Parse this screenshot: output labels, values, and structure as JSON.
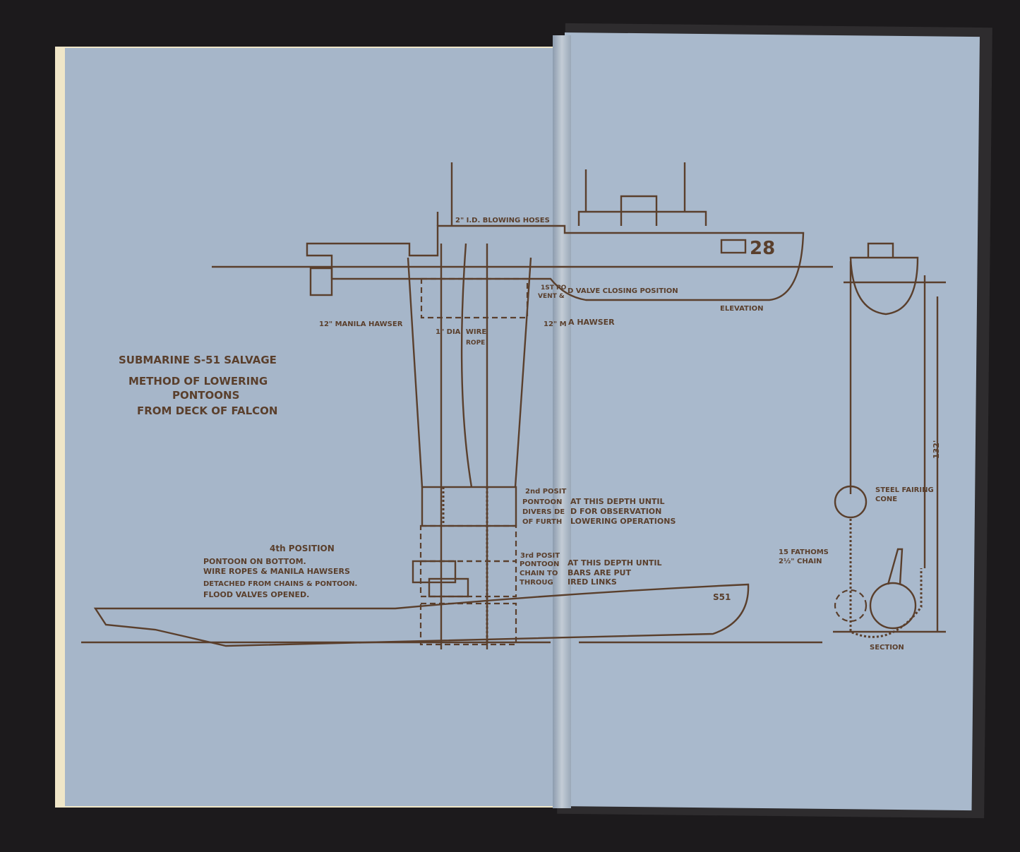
{
  "title": {
    "main": "SUBMARINE S-51 SALVAGE",
    "line1": "METHOD OF LOWERING",
    "line2": "PONTOONS",
    "line3": "FROM DECK OF FALCON"
  },
  "labels": {
    "blowing_hoses": "2\" I.D. BLOWING HOSES",
    "first_position_a": "1ST PO",
    "first_position_b": "D VALVE CLOSING POSITION",
    "vent": "VENT &",
    "elevation": "ELEVATION",
    "manila_left": "12\" MANILA HAWSER",
    "manila_right_a": "12\" M",
    "manila_right_b": "A HAWSER",
    "wire_a": "1\" DIA. WIRE",
    "wire_b": "ROPE",
    "hull_number": "28",
    "second_pos": "2nd POSIT",
    "second_l1a": "PONTOON",
    "second_l1b": "AT THIS DEPTH UNTIL",
    "second_l2a": "DIVERS DE",
    "second_l2b": "D FOR OBSERVATION",
    "second_l3a": "OF FURTH",
    "second_l3b": "LOWERING OPERATIONS",
    "third_pos": "3rd POSIT",
    "third_l1a": "PONTOON",
    "third_l1b": "AT THIS DEPTH UNTIL",
    "third_l2a": "CHAIN TO",
    "third_l2b": "BARS ARE PUT",
    "third_l3a": "THROUG",
    "third_l3b": "IRED LINKS",
    "fourth_pos": "4th POSITION",
    "fourth_l1": "PONTOON ON BOTTOM.",
    "fourth_l2": "WIRE ROPES & MANILA HAWSERS",
    "fourth_l3": "DETACHED FROM CHAINS & PONTOON.",
    "fourth_l4": "FLOOD VALVES OPENED.",
    "sub_number": "S51",
    "steel_cone_a": "STEEL FAIRING",
    "steel_cone_b": "CONE",
    "chain_a": "15 FATHOMS",
    "chain_b": "2½\" CHAIN",
    "depth": "132'",
    "section": "SECTION"
  },
  "colors": {
    "ink": "#5a3f2c",
    "paper": "#a9b9cc",
    "background": "#1c1a1c"
  }
}
